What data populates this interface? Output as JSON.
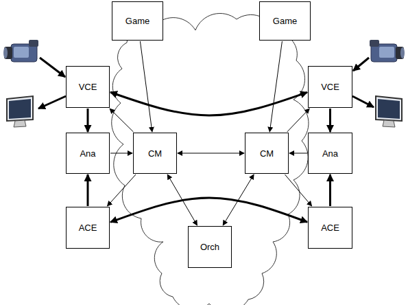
{
  "diagram": {
    "nodes": [
      {
        "text": [
          "Game"
        ]
      },
      {
        "text": [
          "Game"
        ]
      },
      {
        "text": [
          "VCE"
        ]
      },
      {
        "text": [
          "VCE"
        ]
      },
      {
        "text": [
          "Ana"
        ]
      },
      {
        "text": [
          "CM"
        ]
      },
      {
        "text": [
          "CM"
        ]
      },
      {
        "text": [
          "Ana"
        ]
      },
      {
        "text": [
          "ACE"
        ]
      },
      {
        "text": [
          "ACE"
        ]
      },
      {
        "text": [
          "Orch"
        ]
      }
    ],
    "edges": [
      {
        "from": 0,
        "to": 5,
        "arrow": "to"
      },
      {
        "from": 1,
        "to": 6,
        "arrow": "to"
      },
      {
        "from": 2,
        "to": 3,
        "arrow": "both"
      },
      {
        "from": 5,
        "to": 2,
        "arrow": "to"
      },
      {
        "from": 6,
        "to": 3,
        "arrow": "to"
      },
      {
        "from": 2,
        "to": 4,
        "arrow": "to"
      },
      {
        "from": 3,
        "to": 7,
        "arrow": "to"
      },
      {
        "from": 4,
        "to": 5,
        "arrow": "to"
      },
      {
        "from": 7,
        "to": 6,
        "arrow": "to"
      },
      {
        "from": 5,
        "to": 6,
        "arrow": "both"
      },
      {
        "from": 8,
        "to": 4,
        "arrow": "to"
      },
      {
        "from": 9,
        "to": 7,
        "arrow": "to"
      },
      {
        "from": 5,
        "to": 8,
        "arrow": "to"
      },
      {
        "from": 6,
        "to": 9,
        "arrow": "to"
      },
      {
        "from": 5,
        "to": 10,
        "arrow": "both"
      },
      {
        "from": 6,
        "to": 10,
        "arrow": "both"
      },
      {
        "from": 8,
        "to": 9,
        "arrow": "both"
      }
    ]
  }
}
